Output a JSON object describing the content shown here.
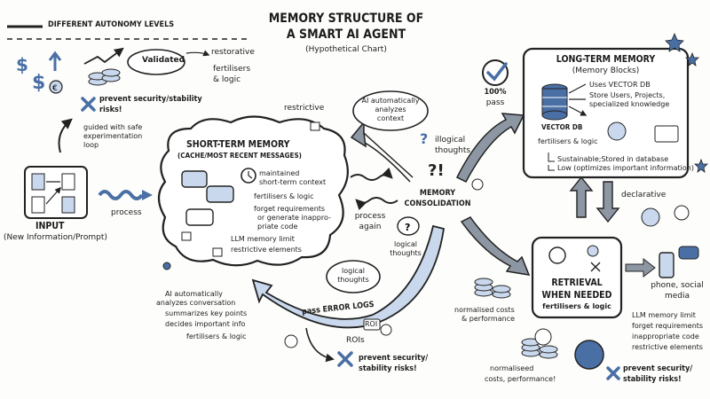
{
  "legend": {
    "label": "DIFFERENT AUTONOMY LEVELS"
  },
  "title": {
    "line1": "MEMORY STRUCTURE OF",
    "line2": "A SMART AI AGENT",
    "subtitle": "(Hypothetical Chart)"
  },
  "input": {
    "title": "INPUT",
    "subtitle": "(New Information/Prompt)",
    "process_label": "process"
  },
  "top_left": {
    "validated": "Validated",
    "restorative": "restorative",
    "fertilisers": "fertilisers",
    "logic": "& logic",
    "prevent_1": "prevent security/stability",
    "prevent_2": "risks!",
    "guided_1": "guided with safe",
    "guided_2": "experimentation",
    "guided_3": "loop"
  },
  "short_term": {
    "title": "SHORT-TERM MEMORY",
    "subtitle": "(CACHE/MOST RECENT MESSAGES)",
    "items": [
      "maintained",
      "short-term context",
      "fertilisers & logic",
      "forget requirements",
      "or generate inappro-",
      "priate code",
      "LLM memory limit",
      "restrictive elements"
    ],
    "restrictive": "restrictive"
  },
  "cloud_top": {
    "l1": "AI automatically",
    "l2": "analyzes",
    "l3": "context"
  },
  "illogical": {
    "l1": "illogical",
    "l2": "thoughts"
  },
  "consolidation": {
    "l1": "MEMORY",
    "l2": "CONSOLIDATION",
    "process_again_1": "process",
    "process_again_2": "again",
    "logical_1": "logical",
    "logical_2": "thoughts",
    "cloud_1": "logical",
    "cloud_2": "thoughts"
  },
  "bottom_left": {
    "l1": "AI automatically",
    "l2": "analyzes conversation",
    "b1": "summarizes key points",
    "b2": "decides important info",
    "fert": "fertilisers & logic",
    "error_logs": "pass ERROR LOGS",
    "rois": "ROIs",
    "roi_tag": "ROI",
    "prevent_1": "prevent security/",
    "prevent_2": "stability risks!"
  },
  "pass": {
    "l1": "100%",
    "l2": "pass"
  },
  "long_term": {
    "title": "LONG-TERM MEMORY",
    "subtitle": "(Memory Blocks)",
    "uses": "Uses VECTOR DB",
    "store_1": "Store Users, Projects,",
    "store_2": "specialized knowledge",
    "vector_db": "VECTOR DB",
    "fert": "fertilisers & logic",
    "sust": "Sustainable;Stored in database",
    "low": "Low (optimizes important information)"
  },
  "declarative": "declarative",
  "retrieval": {
    "l1": "RETRIEVAL",
    "l2": "WHEN NEEDED",
    "fert": "fertilisers & logic"
  },
  "phone": {
    "l1": "phone, social",
    "l2": "media"
  },
  "right_list": [
    "LLM memory limit",
    "forget requirements",
    "inappropriate code",
    "restrictive elements"
  ],
  "costs": {
    "l1": "normalised costs",
    "l2": "& performance",
    "l3": "normaliseed",
    "l4": "costs, performance!"
  },
  "bottom_right": {
    "prevent_1": "prevent security/",
    "prevent_2": "stability risks!"
  },
  "colors": {
    "ink": "#1c1c1c",
    "accent": "#4a6fa5",
    "light_blue": "#c9d8ec",
    "arrow_fill": "#8d96a3"
  }
}
